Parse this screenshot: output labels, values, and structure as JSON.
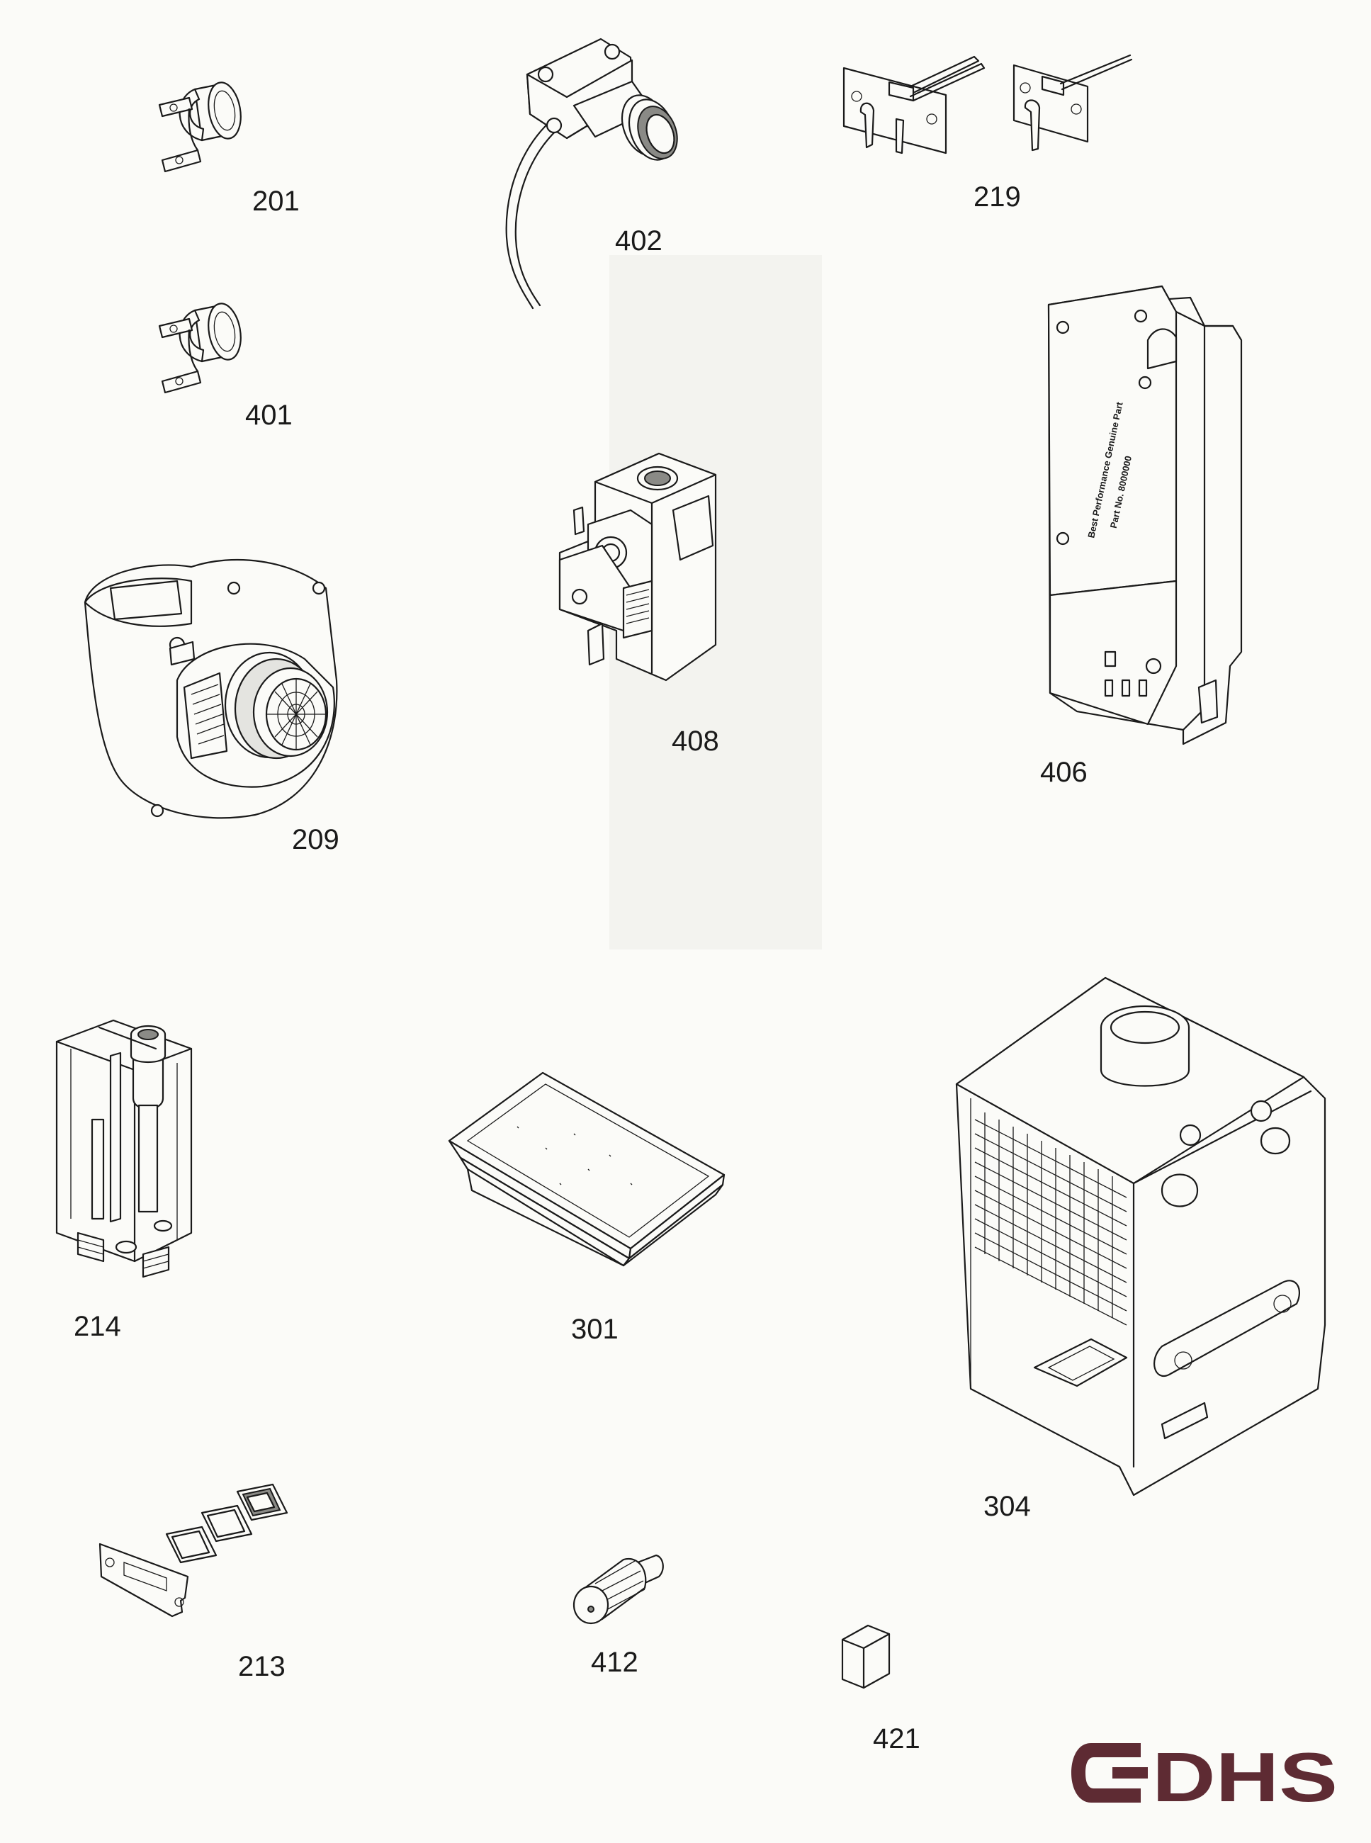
{
  "parts": [
    {
      "id": "thermostat-201",
      "number": "201",
      "icon": "clip-thermistor-icon"
    },
    {
      "id": "sensor-402",
      "number": "402",
      "icon": "flow-sensor-icon"
    },
    {
      "id": "electrodes-219",
      "number": "219",
      "icon": "electrode-pair-icon"
    },
    {
      "id": "thermostat-401",
      "number": "401",
      "icon": "clip-thermistor-icon"
    },
    {
      "id": "control-box-406",
      "number": "406",
      "icon": "pcb-control-box-icon"
    },
    {
      "id": "gas-valve-408",
      "number": "408",
      "icon": "gas-valve-icon"
    },
    {
      "id": "fan-209",
      "number": "209",
      "icon": "fan-assembly-icon"
    },
    {
      "id": "air-vent-214",
      "number": "214",
      "icon": "auto-air-vent-icon"
    },
    {
      "id": "sump-tray-301",
      "number": "301",
      "icon": "tray-icon"
    },
    {
      "id": "heat-exchanger-304",
      "number": "304",
      "icon": "heat-exchanger-icon"
    },
    {
      "id": "gasket-kit-213",
      "number": "213",
      "icon": "gasket-set-icon"
    },
    {
      "id": "knob-412",
      "number": "412",
      "icon": "control-knob-icon"
    },
    {
      "id": "cap-421",
      "number": "421",
      "icon": "small-block-icon"
    }
  ],
  "control_box_text": {
    "line1": "Best Performance Genuine Part",
    "line2": "Part No. 8000000"
  },
  "logo": {
    "text": "DHS",
    "color": "#5e2b33",
    "icon": "dhs-logo-icon"
  }
}
